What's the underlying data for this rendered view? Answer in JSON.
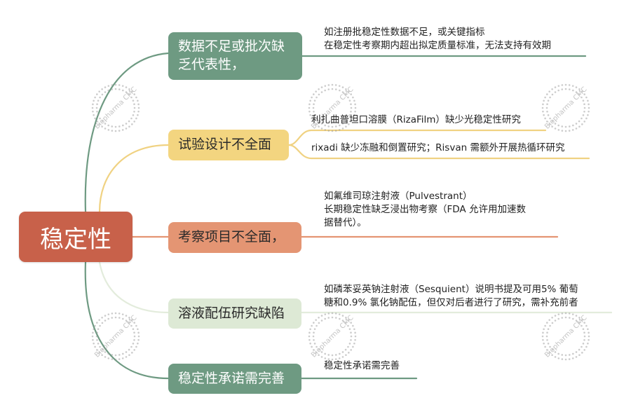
{
  "root": {
    "label": "稳定性"
  },
  "branches": [
    {
      "label_lines": [
        "数据不足或批次缺",
        "乏代表性，"
      ],
      "details": [
        [
          "如注册批稳定性数据不足，或关键指标",
          "在稳定性考察期内超出拟定质量标准，无法支持有效期"
        ]
      ]
    },
    {
      "label_lines": [
        "试验设计不全面"
      ],
      "details": [
        [
          "利扎曲普坦口溶膜（RizaFilm）缺少光稳定性研究"
        ],
        [
          "rixadi 缺少冻融和倒置研究；Risvan 需额外开展热循环研究"
        ]
      ]
    },
    {
      "label_lines": [
        "考察项目不全面，"
      ],
      "details": [
        [
          "如氟维司琼注射液（Pulvestrant）",
          "长期稳定性缺乏浸出物考察（FDA 允许用加速数",
          "据替代）。"
        ]
      ]
    },
    {
      "label_lines": [
        "溶液配伍研究缺陷"
      ],
      "details": [
        [
          "如磷苯妥英钠注射液（Sesquient）说明书提及可用5% 葡萄",
          "糖和0.9% 氯化钠配伍，但仅对后者进行了研究，需补充前者"
        ]
      ]
    },
    {
      "label_lines": [
        "稳定性承诺需完善"
      ],
      "details": [
        [
          "稳定性承诺需完善"
        ]
      ]
    }
  ],
  "colors": {
    "root_fill": "#c8614a",
    "branch_green": "#6e9a82",
    "branch_yellow": "#f3d580",
    "branch_orange": "#e49573",
    "branch_pale": "#dde9d5",
    "link_green": "#6e9a82",
    "link_yellow": "#f0d282",
    "link_orange": "#e49573",
    "link_pale": "#e3ecdc"
  },
  "watermark": {
    "text": "Biopharma CMC"
  }
}
